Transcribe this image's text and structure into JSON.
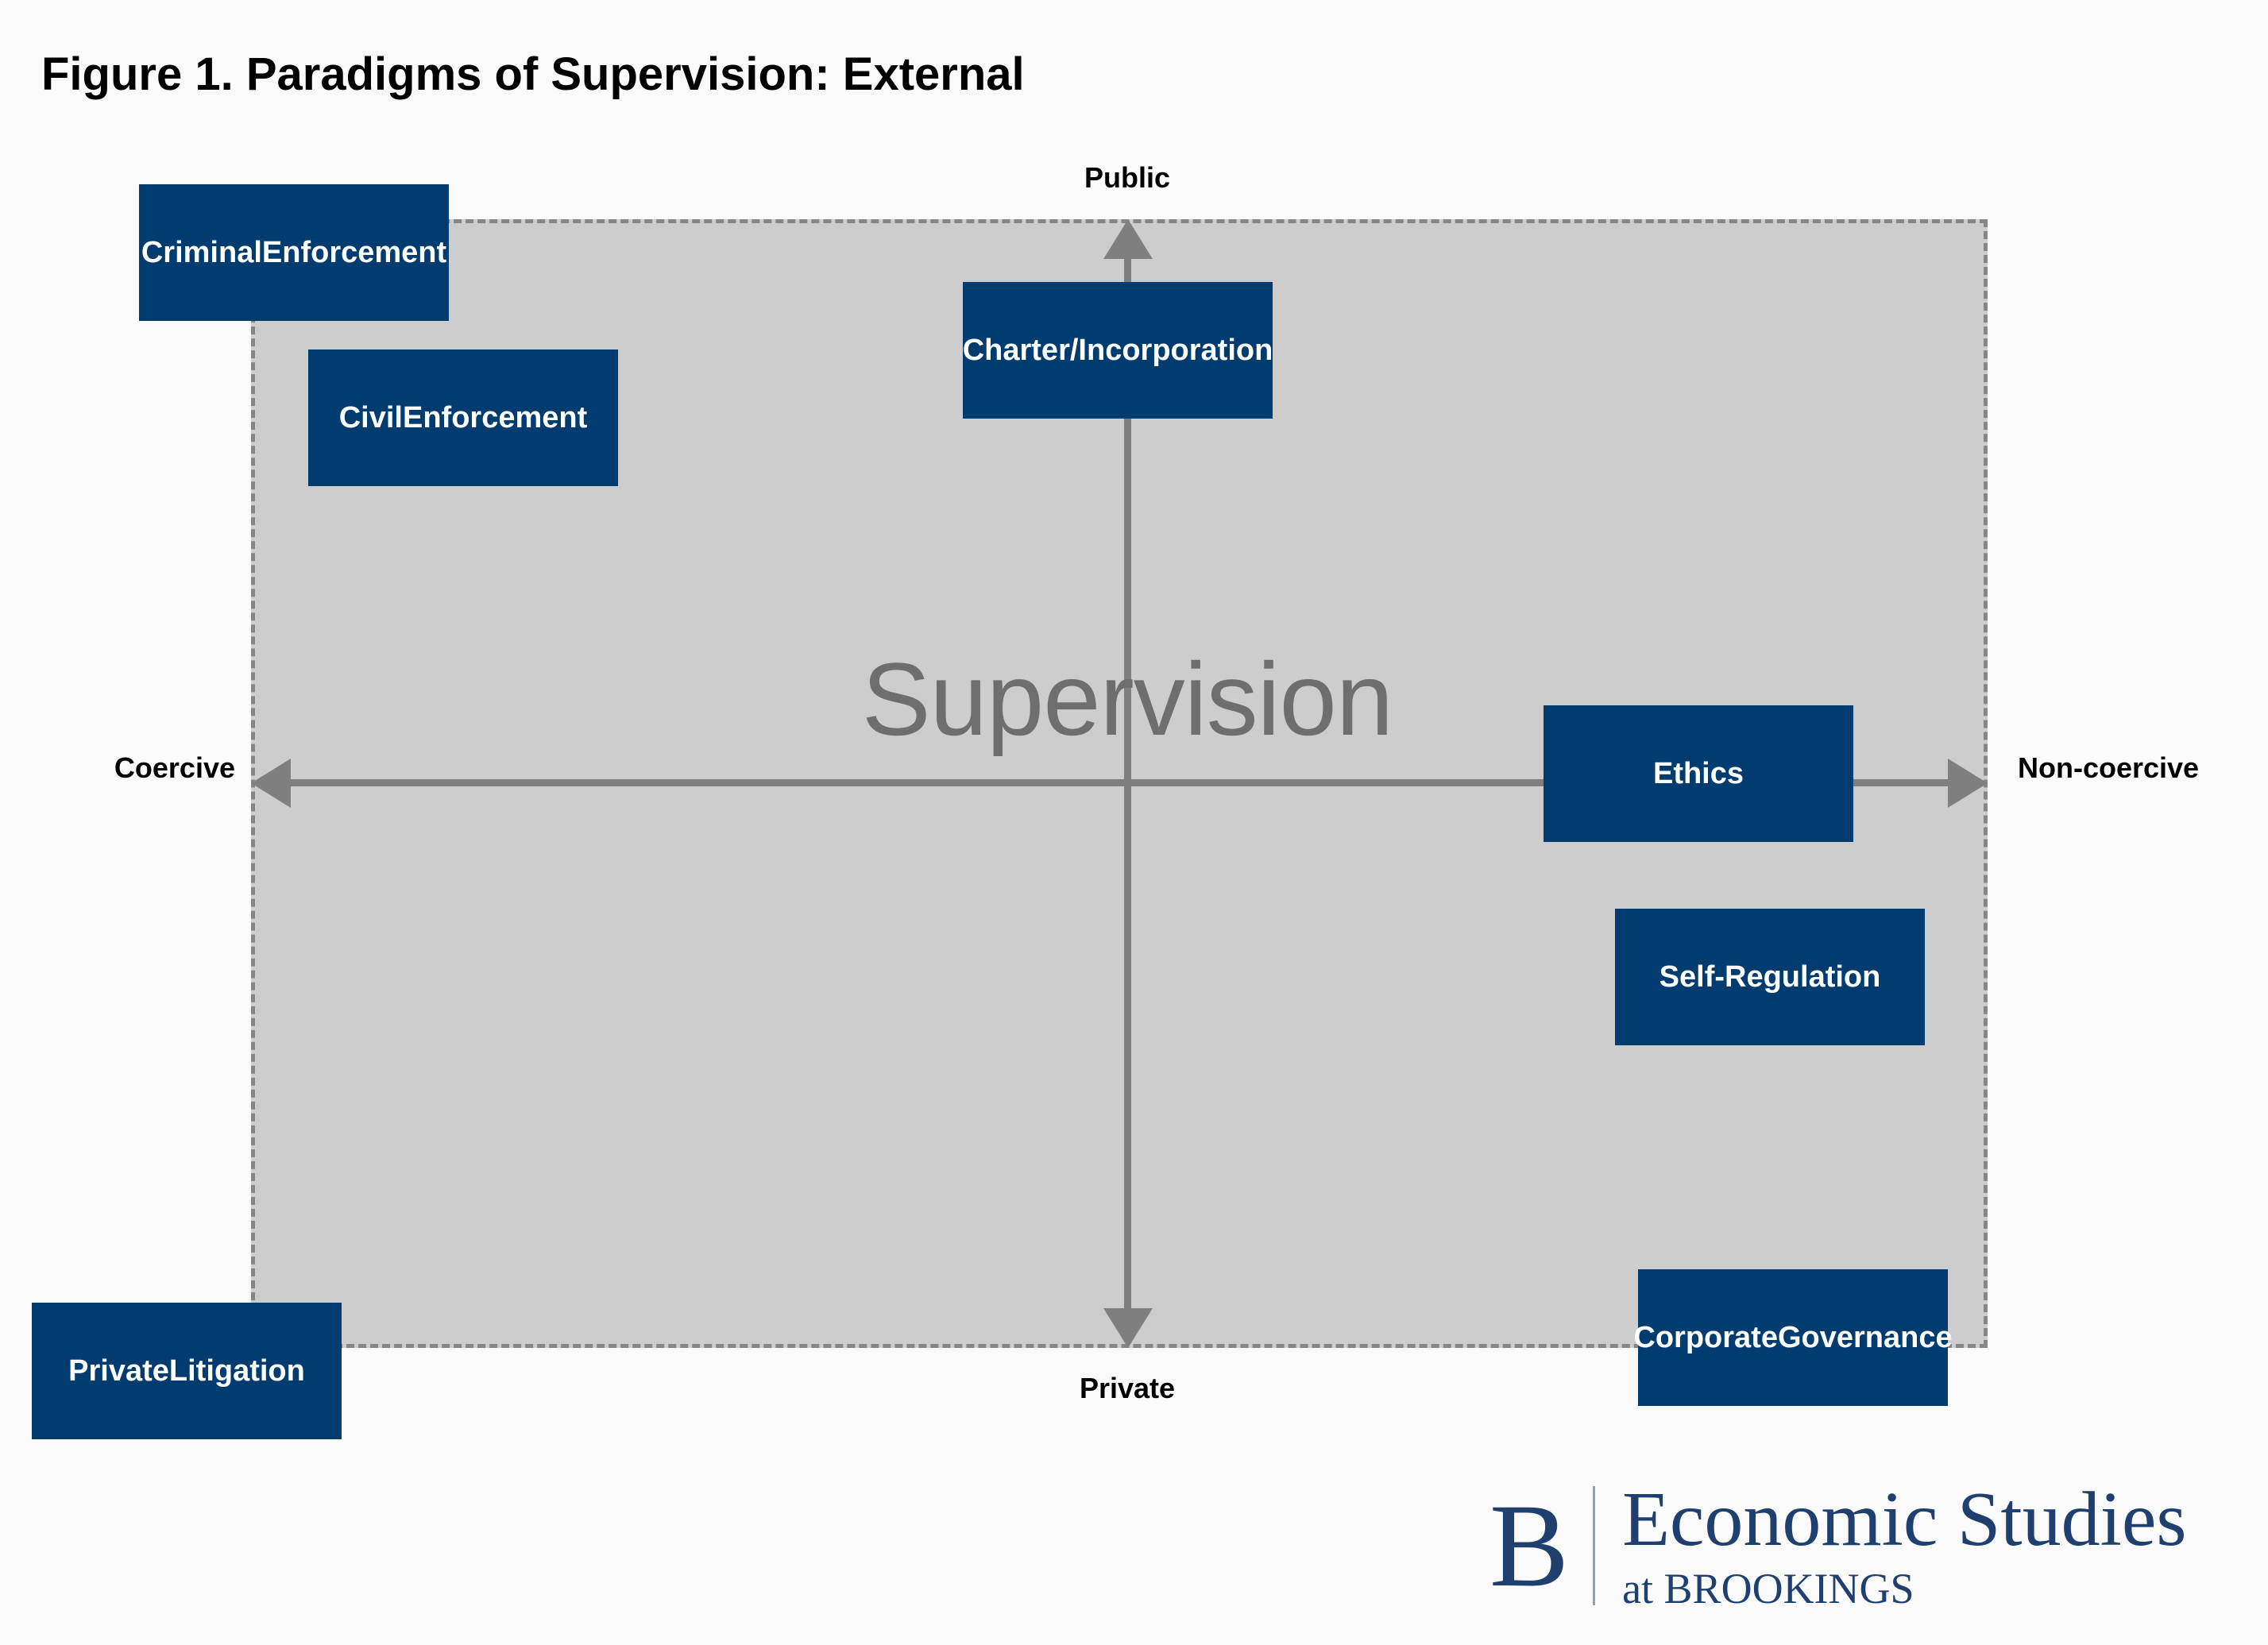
{
  "figure": {
    "title": "Figure 1. Paradigms of Supervision: External",
    "watermark": "Supervision"
  },
  "axes": {
    "top_label": "Public",
    "bottom_label": "Private",
    "left_label": "Coercive",
    "right_label": "Non-coercive"
  },
  "boxes": [
    {
      "id": "criminal-enforcement",
      "label": "Criminal\nEnforcement",
      "quadrant": "public-coercive"
    },
    {
      "id": "civil-enforcement",
      "label": "Civil\nEnforcement",
      "quadrant": "public-coercive"
    },
    {
      "id": "charter-incorporation",
      "label": "Charter/\nIncorporation",
      "quadrant": "public-center"
    },
    {
      "id": "ethics",
      "label": "Ethics",
      "quadrant": "non-coercive-center"
    },
    {
      "id": "self-regulation",
      "label": "Self-\nRegulation",
      "quadrant": "private-non-coercive"
    },
    {
      "id": "corporate-governance",
      "label": "Corporate\nGovernance",
      "quadrant": "private-non-coercive"
    },
    {
      "id": "private-litigation",
      "label": "Private\nLitigation",
      "quadrant": "private-coercive"
    }
  ],
  "logo": {
    "monogram": "B",
    "primary": "Economic Studies",
    "secondary": "at BROOKINGS"
  },
  "colors": {
    "box_blue": "#013c71",
    "region_gray": "#cdcdcd",
    "axis_gray": "#7f7f7f",
    "watermark_gray": "#6e6e6e",
    "dash_gray": "#868686",
    "logo_blue": "#1f3f6e",
    "page_bg": "#fafafa"
  },
  "chart_data": {
    "type": "scatter",
    "title": "Figure 1. Paradigms of Supervision: External",
    "xlabel": "Coercive ↔ Non-coercive",
    "ylabel": "Private ↔ Public",
    "x_axis_ends": [
      "Coercive",
      "Non-coercive"
    ],
    "y_axis_ends": [
      "Private",
      "Public"
    ],
    "grid": false,
    "legend": "none",
    "annotations": [
      "Supervision"
    ],
    "points": [
      {
        "label": "Criminal Enforcement",
        "x": -0.95,
        "y": 0.95
      },
      {
        "label": "Civil Enforcement",
        "x": -0.75,
        "y": 0.72
      },
      {
        "label": "Charter/Incorporation",
        "x": 0.0,
        "y": 0.6
      },
      {
        "label": "Ethics",
        "x": 0.68,
        "y": 0.0
      },
      {
        "label": "Self-Regulation",
        "x": 0.78,
        "y": -0.24
      },
      {
        "label": "Corporate Governance",
        "x": 0.81,
        "y": -0.88
      },
      {
        "label": "Private Litigation",
        "x": -1.05,
        "y": -0.93
      }
    ]
  }
}
